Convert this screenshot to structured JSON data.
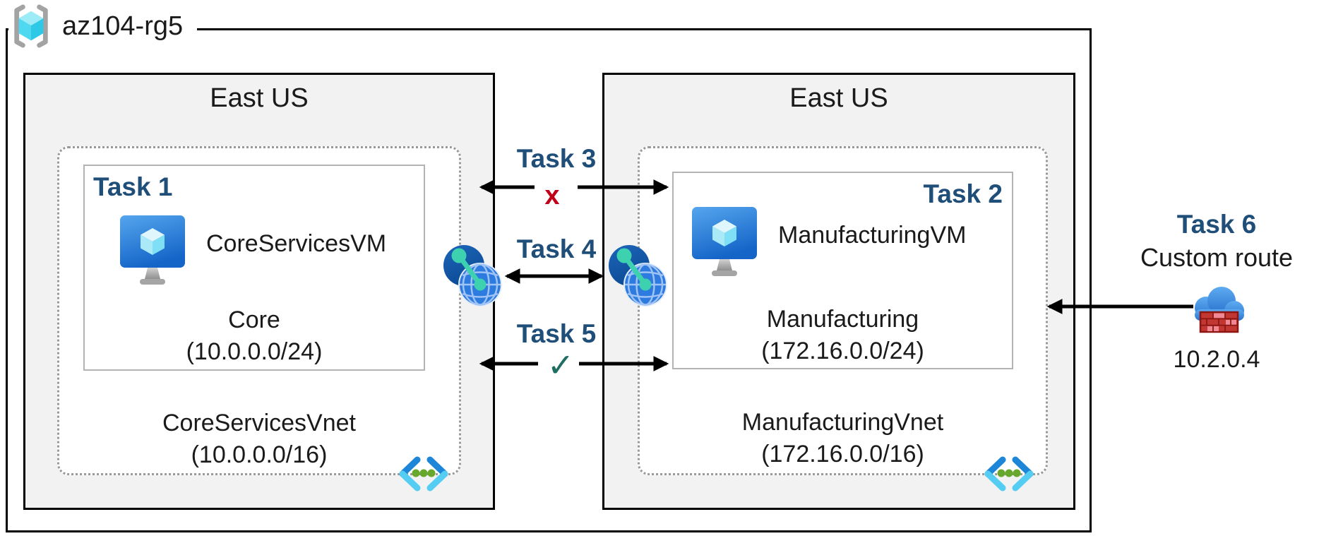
{
  "resource_group": {
    "label": "az104-rg5"
  },
  "left_region": {
    "title": "East US",
    "subnet": {
      "task_label": "Task 1",
      "vm_name": "CoreServicesVM",
      "name": "Core",
      "cidr": "(10.0.0.0/24)"
    },
    "vnet": {
      "name": "CoreServicesVnet",
      "cidr": "(10.0.0.0/16)"
    }
  },
  "right_region": {
    "title": "East US",
    "subnet": {
      "task_label": "Task 2",
      "vm_name": "ManufacturingVM",
      "name": "Manufacturing",
      "cidr": "(172.16.0.0/24)"
    },
    "vnet": {
      "name": "ManufacturingVnet",
      "cidr": "(172.16.0.0/16)"
    }
  },
  "connections": {
    "task3": {
      "label": "Task 3",
      "marker": "x"
    },
    "task4": {
      "label": "Task 4"
    },
    "task5": {
      "label": "Task 5",
      "marker": "✓"
    },
    "task6": {
      "label": "Task 6",
      "description": "Custom route",
      "ip": "10.2.0.4"
    }
  },
  "colors": {
    "task_label": "#1F4E79",
    "blocked_marker": "#C00018",
    "allowed_marker": "#1E6F61",
    "region_bg": "#F2F2F2",
    "arrow": "#000000"
  }
}
